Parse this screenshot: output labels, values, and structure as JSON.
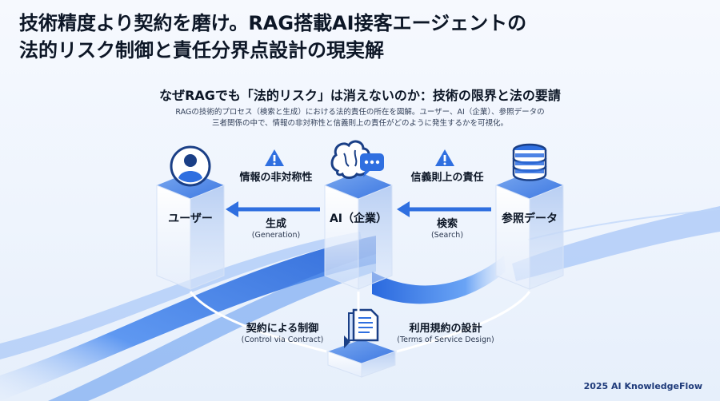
{
  "title_line1": "技術精度より契約を磨け。RAG搭載AI接客エージェントの",
  "title_line2": "法的リスク制御と責任分界点設計の現実解",
  "subtitle": "なぜRAGでも「法的リスク」は消えないのか：技術の限界と法の要請",
  "description_line1": "RAGの技術的プロセス（検索と生成）における法的責任の所在を図解。ユーザー、AI（企業）、参照データの",
  "description_line2": "三者関係の中で、情報の非対称性と信義則上の責任がどのように発生するかを可視化。",
  "nodes": {
    "user": {
      "label": "ユーザー",
      "icon": "user-avatar-icon"
    },
    "ai": {
      "label": "AI（企業）",
      "icon": "brain-chat-icon"
    },
    "data": {
      "label": "参照データ",
      "icon": "database-icon"
    },
    "contract": {
      "icon": "document-icon"
    }
  },
  "risks": {
    "asymmetry": "情報の非対称性",
    "good_faith": "信義則上の責任"
  },
  "edges": {
    "generation": {
      "label": "生成",
      "sub": "(Generation)"
    },
    "search": {
      "label": "検索",
      "sub": "(Search)"
    },
    "contract_control": {
      "label": "契約による制御",
      "sub": "(Control via Contract)"
    },
    "tos_design": {
      "label": "利用規約の設計",
      "sub": "(Terms of Service Design)"
    }
  },
  "footer": "2025 AI KnowledgeFlow",
  "colors": {
    "accent": "#2f6fe0",
    "warning": "#2f6fe0",
    "text": "#0c1626"
  }
}
